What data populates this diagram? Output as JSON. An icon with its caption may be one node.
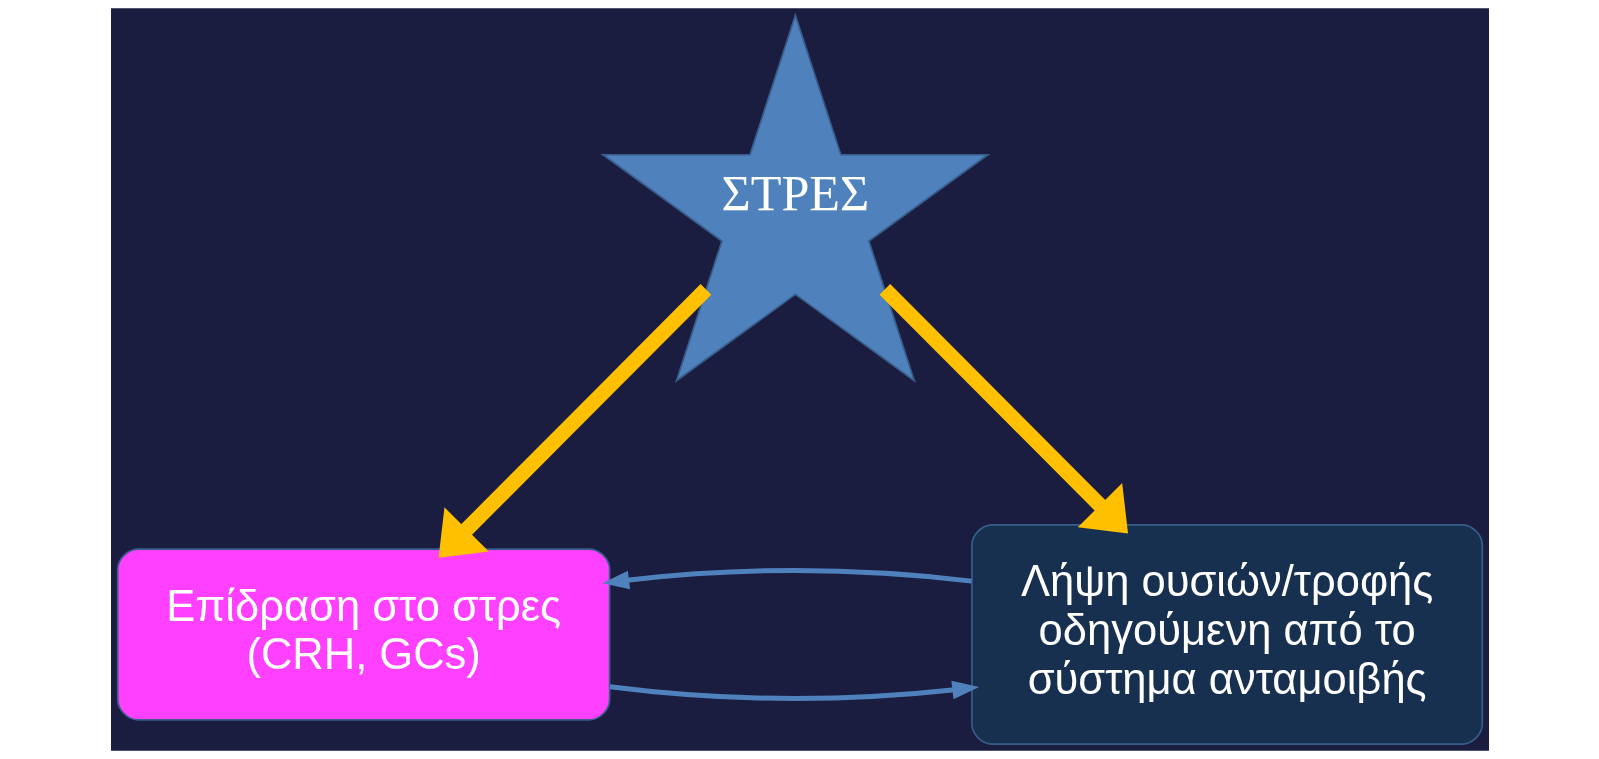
{
  "diagram": {
    "nodes": [
      {
        "text": [
          "ΣΤΡΕΣ"
        ]
      },
      {
        "text": [
          "Επίδραση στο στρες (CRH, GCs)"
        ]
      },
      {
        "text": [
          "Λήψη ουσιών/τροφής οδηγούμενη από το σύστημα ανταμοιβής"
        ]
      }
    ],
    "edges": [
      {
        "from": 0,
        "to": 1,
        "arrow": "to",
        "style": "thick",
        "color": "#ffc000"
      },
      {
        "from": 0,
        "to": 2,
        "arrow": "to",
        "style": "thick",
        "color": "#ffc000"
      },
      {
        "from": 1,
        "to": 2,
        "arrow": "to",
        "color": "#4f81bd"
      },
      {
        "from": 2,
        "to": 1,
        "arrow": "to",
        "color": "#4f81bd"
      }
    ]
  }
}
